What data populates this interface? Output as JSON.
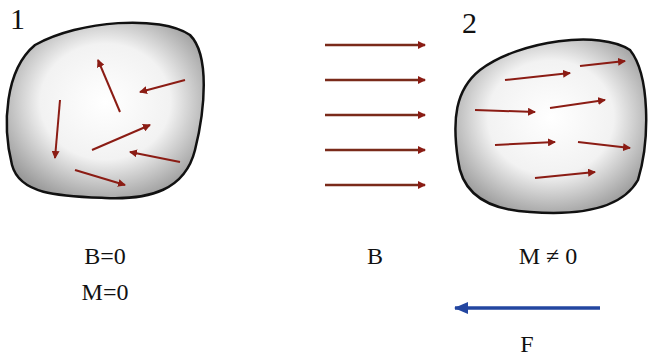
{
  "diagram": {
    "labels": [
      "1",
      "2",
      "B=0",
      "M=0",
      "B",
      "M ≠ 0",
      "F"
    ]
  }
}
